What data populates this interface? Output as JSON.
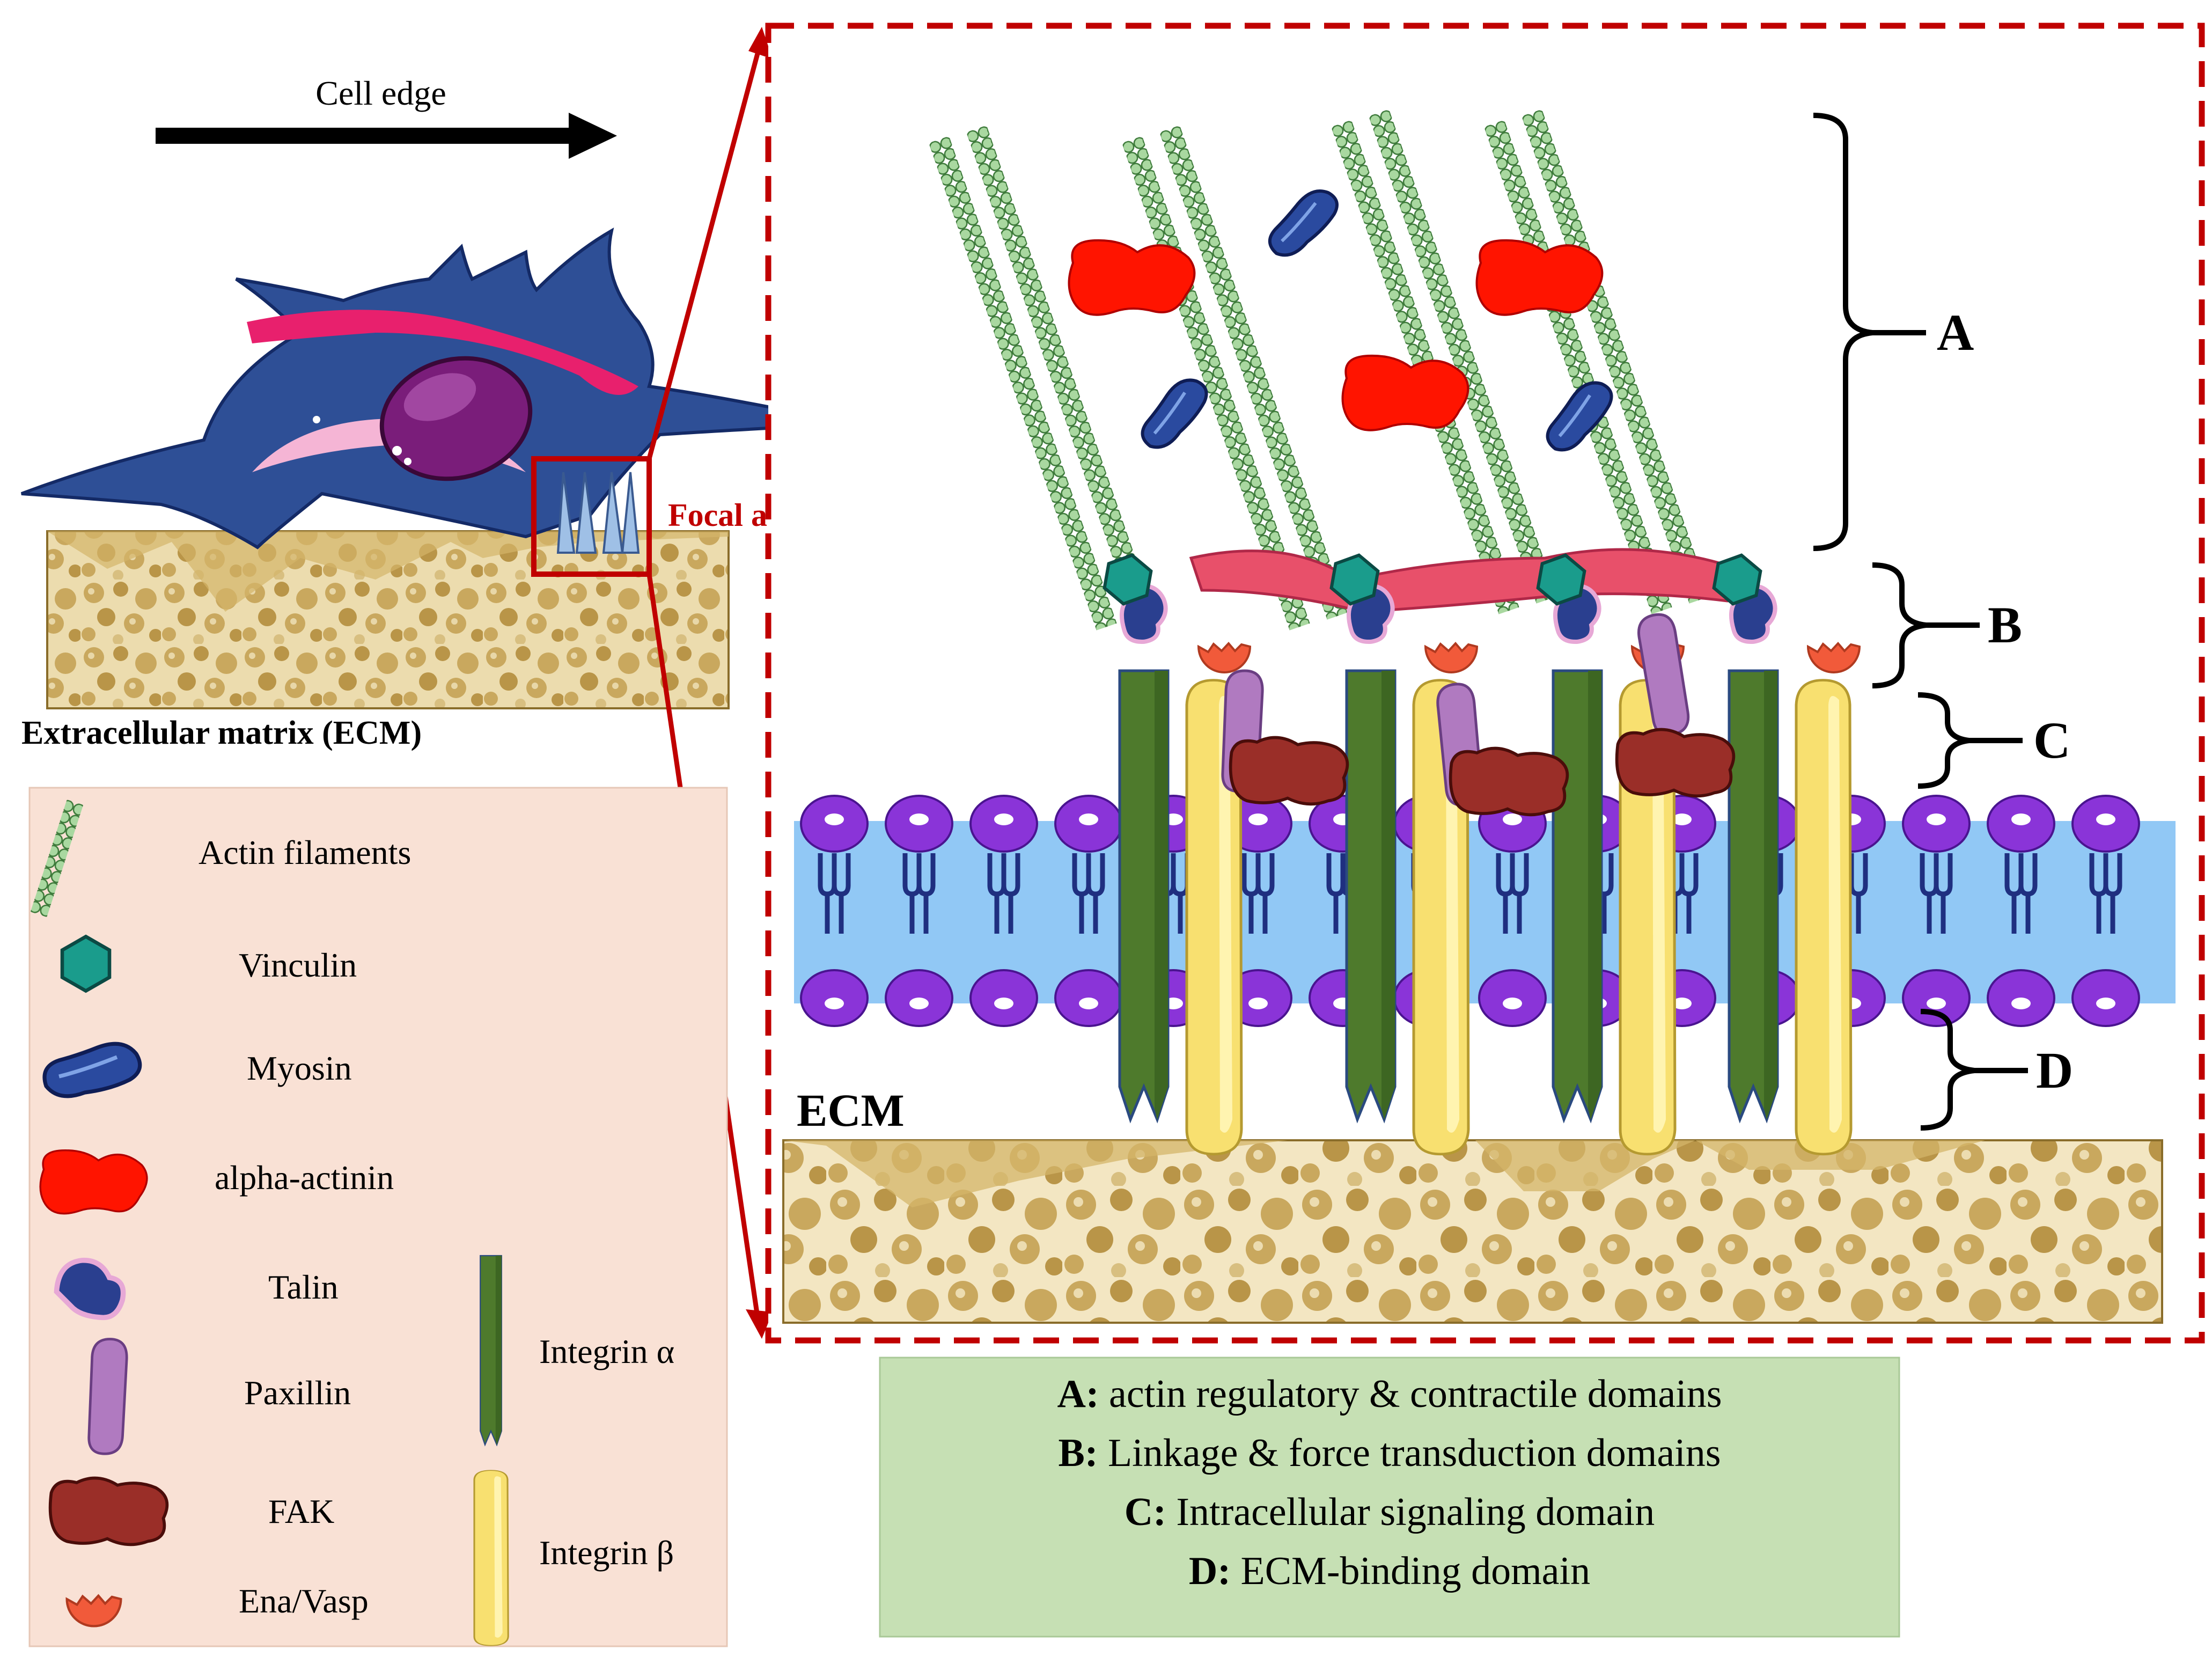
{
  "cell_panel": {
    "direction_label": "Cell edge",
    "focal_label": "Focal adhesions",
    "ecm_label": "Extracellular matrix (ECM)"
  },
  "legend": {
    "items": [
      {
        "icon": "actin-filament-icon",
        "label": "Actin filaments"
      },
      {
        "icon": "vinculin-icon",
        "label": "Vinculin"
      },
      {
        "icon": "myosin-icon",
        "label": "Myosin"
      },
      {
        "icon": "alpha-actinin-icon",
        "label": "alpha-actinin"
      },
      {
        "icon": "talin-icon",
        "label": "Talin"
      },
      {
        "icon": "paxillin-icon",
        "label": "Paxillin"
      },
      {
        "icon": "fak-icon",
        "label": "FAK"
      },
      {
        "icon": "ena-vasp-icon",
        "label": "Ena/Vasp"
      },
      {
        "icon": "integrin-alpha-icon",
        "label": "Integrin α"
      },
      {
        "icon": "integrin-beta-icon",
        "label": "Integrin β"
      }
    ]
  },
  "zoom": {
    "ecm_label": "ECM",
    "domains": [
      "A",
      "B",
      "C",
      "D"
    ]
  },
  "key": {
    "rows": [
      {
        "letter": "A:",
        "text": "actin regulatory & contractile domains"
      },
      {
        "letter": "B:",
        "text": "Linkage & force transduction domains"
      },
      {
        "letter": "C:",
        "text": "Intracellular signaling domain"
      },
      {
        "letter": "D:",
        "text": "ECM-binding domain"
      }
    ]
  },
  "colors": {
    "accent_red": "#c00000",
    "legend_bg": "#f9e1d5",
    "key_bg": "#c6e0b4",
    "cell_blue": "#2e4f96",
    "integrin_alpha": "#4e7a2c",
    "integrin_beta": "#f8e070",
    "actin": "#a8d5a0",
    "alpha_actinin": "#ff1a00",
    "membrane": "#91c8f5",
    "lipid_head": "#8a34d8",
    "ecm_fill": "#e8d6a6"
  }
}
